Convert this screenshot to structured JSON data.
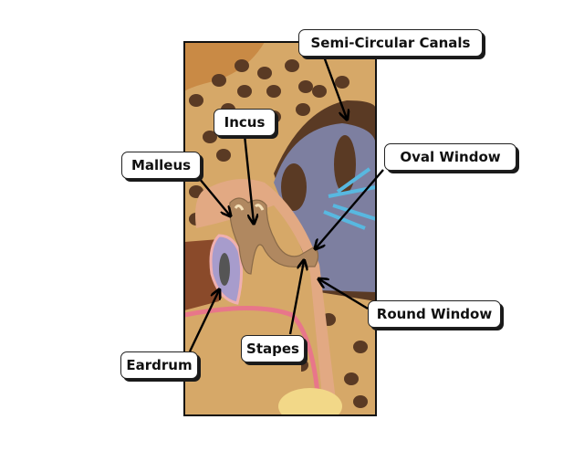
{
  "diagram": {
    "labels": {
      "semicircular": "Semi-Circular Canals",
      "incus": "Incus",
      "malleus": "Malleus",
      "oval_window": "Oval Window",
      "round_window": "Round Window",
      "stapes": "Stapes",
      "eardrum": "Eardrum"
    },
    "colors": {
      "bone": "#d6a868",
      "spots": "#5a3a24",
      "canals": "#7d7fa0",
      "ossicles": "#b08860",
      "eardrum": "#a79ccc",
      "nerve": "#58b8e0",
      "canal_wall": "#e8768a"
    }
  }
}
